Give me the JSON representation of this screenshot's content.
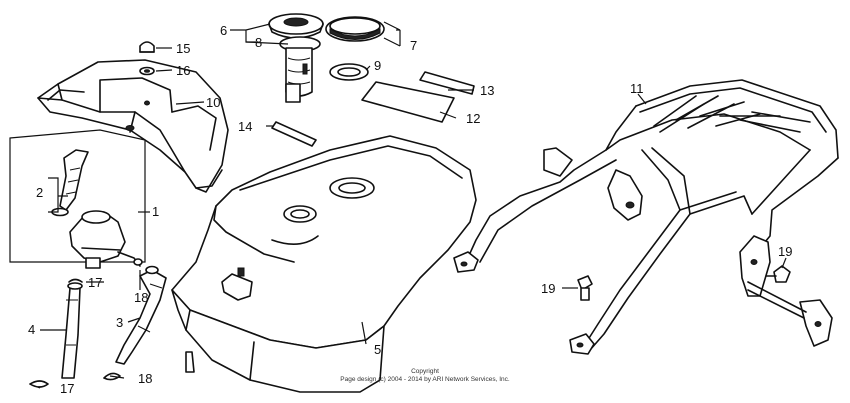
{
  "callouts": [
    {
      "id": "c1",
      "text": "1"
    },
    {
      "id": "c2",
      "text": "2"
    },
    {
      "id": "c3",
      "text": "3"
    },
    {
      "id": "c4",
      "text": "4"
    },
    {
      "id": "c5",
      "text": "5"
    },
    {
      "id": "c6",
      "text": "6"
    },
    {
      "id": "c7",
      "text": "7"
    },
    {
      "id": "c8",
      "text": "8"
    },
    {
      "id": "c9",
      "text": "9"
    },
    {
      "id": "c10",
      "text": "10"
    },
    {
      "id": "c11",
      "text": "11"
    },
    {
      "id": "c12",
      "text": "12"
    },
    {
      "id": "c13",
      "text": "13"
    },
    {
      "id": "c14",
      "text": "14"
    },
    {
      "id": "c15",
      "text": "15"
    },
    {
      "id": "c16",
      "text": "16"
    },
    {
      "id": "c17a",
      "text": "17"
    },
    {
      "id": "c17b",
      "text": "17"
    },
    {
      "id": "c18a",
      "text": "18"
    },
    {
      "id": "c18b",
      "text": "18"
    },
    {
      "id": "c19a",
      "text": "19"
    },
    {
      "id": "c19b",
      "text": "19"
    }
  ],
  "copyright": {
    "line1": "Copyright",
    "line2": "Page design (c) 2004 - 2014 by ARI Network Services, Inc."
  }
}
